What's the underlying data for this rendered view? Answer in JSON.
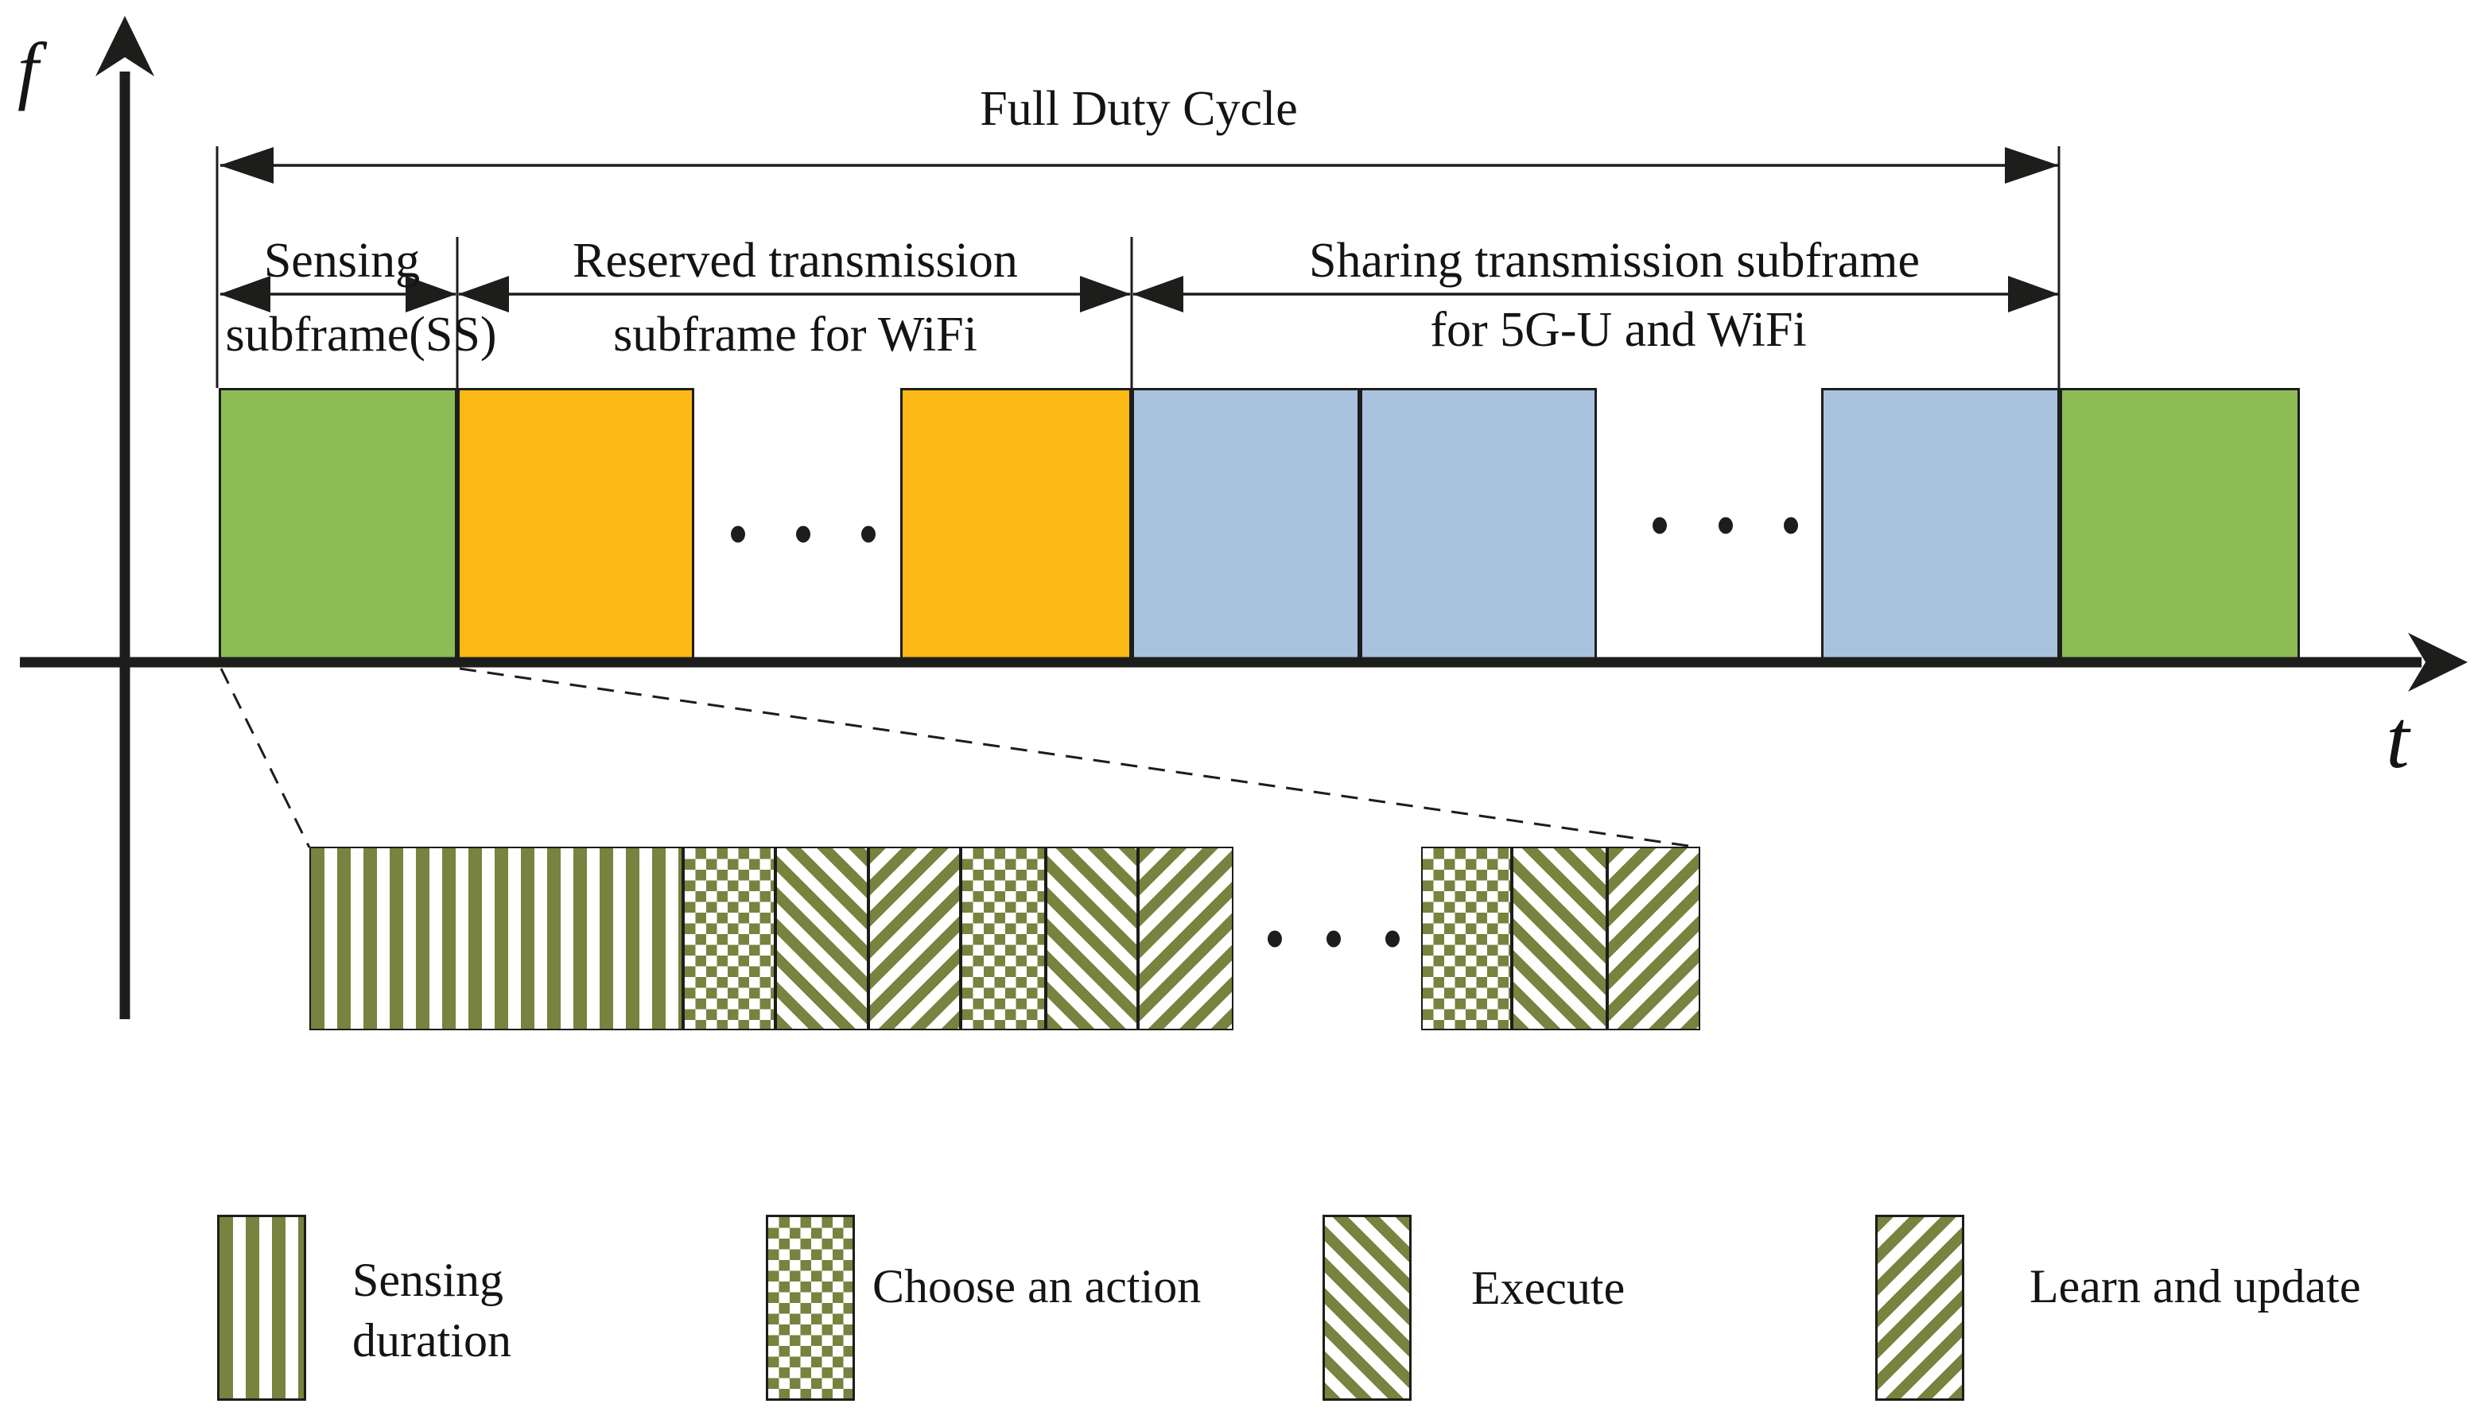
{
  "colors": {
    "green": "#8DBB55",
    "yellow": "#FCB814",
    "blue": "#A9C3DE",
    "olive": "#77833E",
    "ink": "#1D1D1B"
  },
  "axis": {
    "y_label": "f",
    "x_label": "t"
  },
  "full_duty_cycle_label": "Full Duty Cycle",
  "subframe_labels": {
    "sensing_line1": "Sensing",
    "sensing_line2": "subframe(SS)",
    "reserved_line1": "Reserved transmission",
    "reserved_line2": "subframe for WiFi",
    "sharing_line1": "Sharing transmission subframe",
    "sharing_line2": "for 5G-U and WiFi"
  },
  "frame_sequence": [
    {
      "kind": "sensing-subframe",
      "color": "green"
    },
    {
      "kind": "reserved-wifi-subframe",
      "color": "yellow"
    },
    {
      "kind": "ellipsis"
    },
    {
      "kind": "reserved-wifi-subframe",
      "color": "yellow"
    },
    {
      "kind": "sharing-subframe",
      "color": "blue"
    },
    {
      "kind": "sharing-subframe",
      "color": "blue"
    },
    {
      "kind": "ellipsis"
    },
    {
      "kind": "sharing-subframe",
      "color": "blue"
    },
    {
      "kind": "sensing-subframe",
      "color": "green"
    }
  ],
  "strip_sequence": [
    "vertical-stripes",
    "checker",
    "diagonal-down",
    "diagonal-up",
    "checker",
    "diagonal-down",
    "diagonal-up",
    "ellipsis",
    "checker",
    "diagonal-down",
    "diagonal-up"
  ],
  "legend": {
    "items": [
      {
        "pattern": "vertical-stripes",
        "line1": "Sensing",
        "line2": "duration"
      },
      {
        "pattern": "checker",
        "label": "Choose an action"
      },
      {
        "pattern": "diagonal-down",
        "label": "Execute"
      },
      {
        "pattern": "diagonal-up",
        "label": "Learn and update"
      }
    ]
  }
}
